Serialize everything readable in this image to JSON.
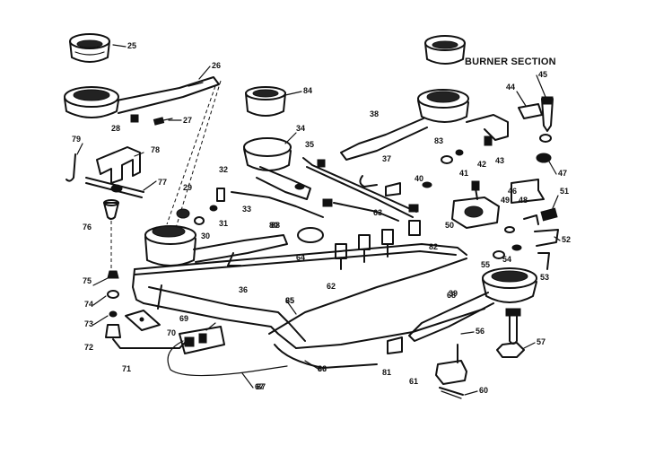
{
  "diagram": {
    "title": "BURNER SECTION",
    "callouts": [
      "25",
      "26",
      "27",
      "28",
      "29",
      "30",
      "31",
      "32",
      "33",
      "34",
      "35",
      "36",
      "37",
      "38",
      "39",
      "40",
      "41",
      "42",
      "43",
      "44",
      "45",
      "46",
      "47",
      "48",
      "49",
      "50",
      "51",
      "52",
      "53",
      "54",
      "55",
      "56",
      "57",
      "60",
      "61",
      "62",
      "63",
      "64",
      "65",
      "66",
      "67",
      "68",
      "69",
      "70",
      "71",
      "72",
      "73",
      "74",
      "75",
      "76",
      "77",
      "78",
      "79",
      "80",
      "81",
      "82",
      "83",
      "84",
      "85",
      "86",
      "87",
      "88"
    ]
  }
}
